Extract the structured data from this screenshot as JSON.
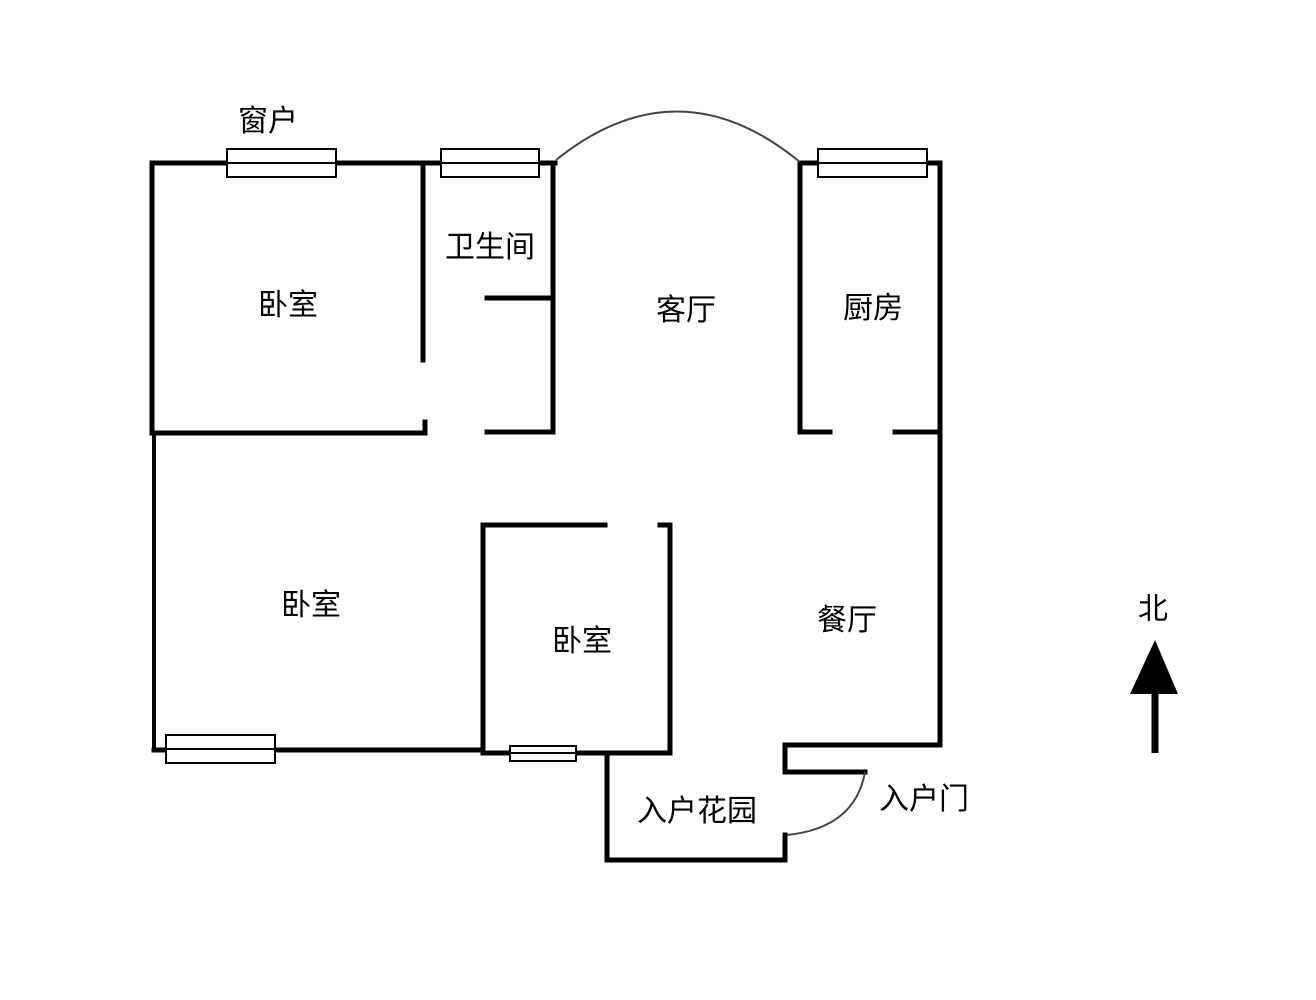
{
  "title": "Floor plan",
  "labels": {
    "window": "窗户",
    "bedroom_nw": "卧室",
    "bathroom": "卫生间",
    "living_room": "客厅",
    "kitchen": "厨房",
    "bedroom_sw": "卧室",
    "bedroom_mid": "卧室",
    "dining_room": "餐厅",
    "entry_garden": "入户花园",
    "entry_door": "入户门",
    "north": "北"
  },
  "colors": {
    "wall": "#000000",
    "background": "#ffffff"
  }
}
